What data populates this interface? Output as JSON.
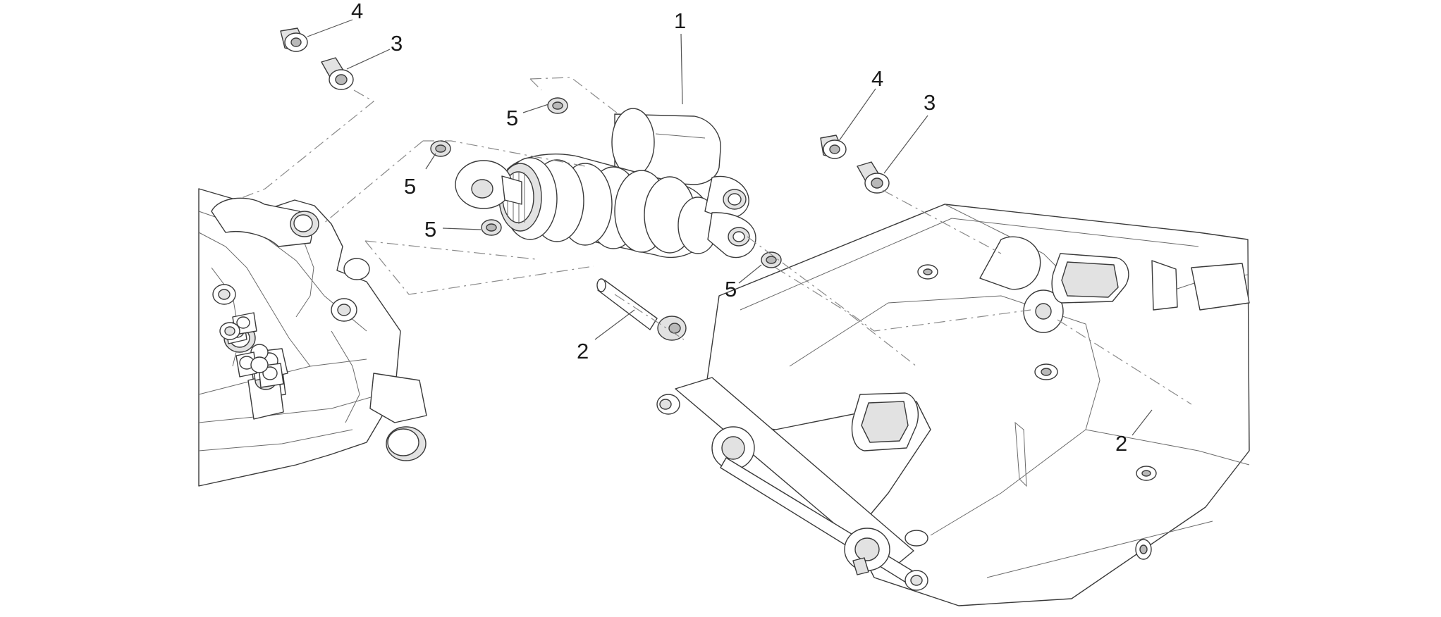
{
  "callouts": {
    "shock_absorber": "1",
    "screw_left": "2",
    "screw_right": "2",
    "bushing_left": "3",
    "bushing_right": "3",
    "cap_left": "4",
    "cap_right": "4",
    "washer_top": "5",
    "washer_left_upper": "5",
    "washer_left_lower": "5",
    "washer_right": "5"
  }
}
